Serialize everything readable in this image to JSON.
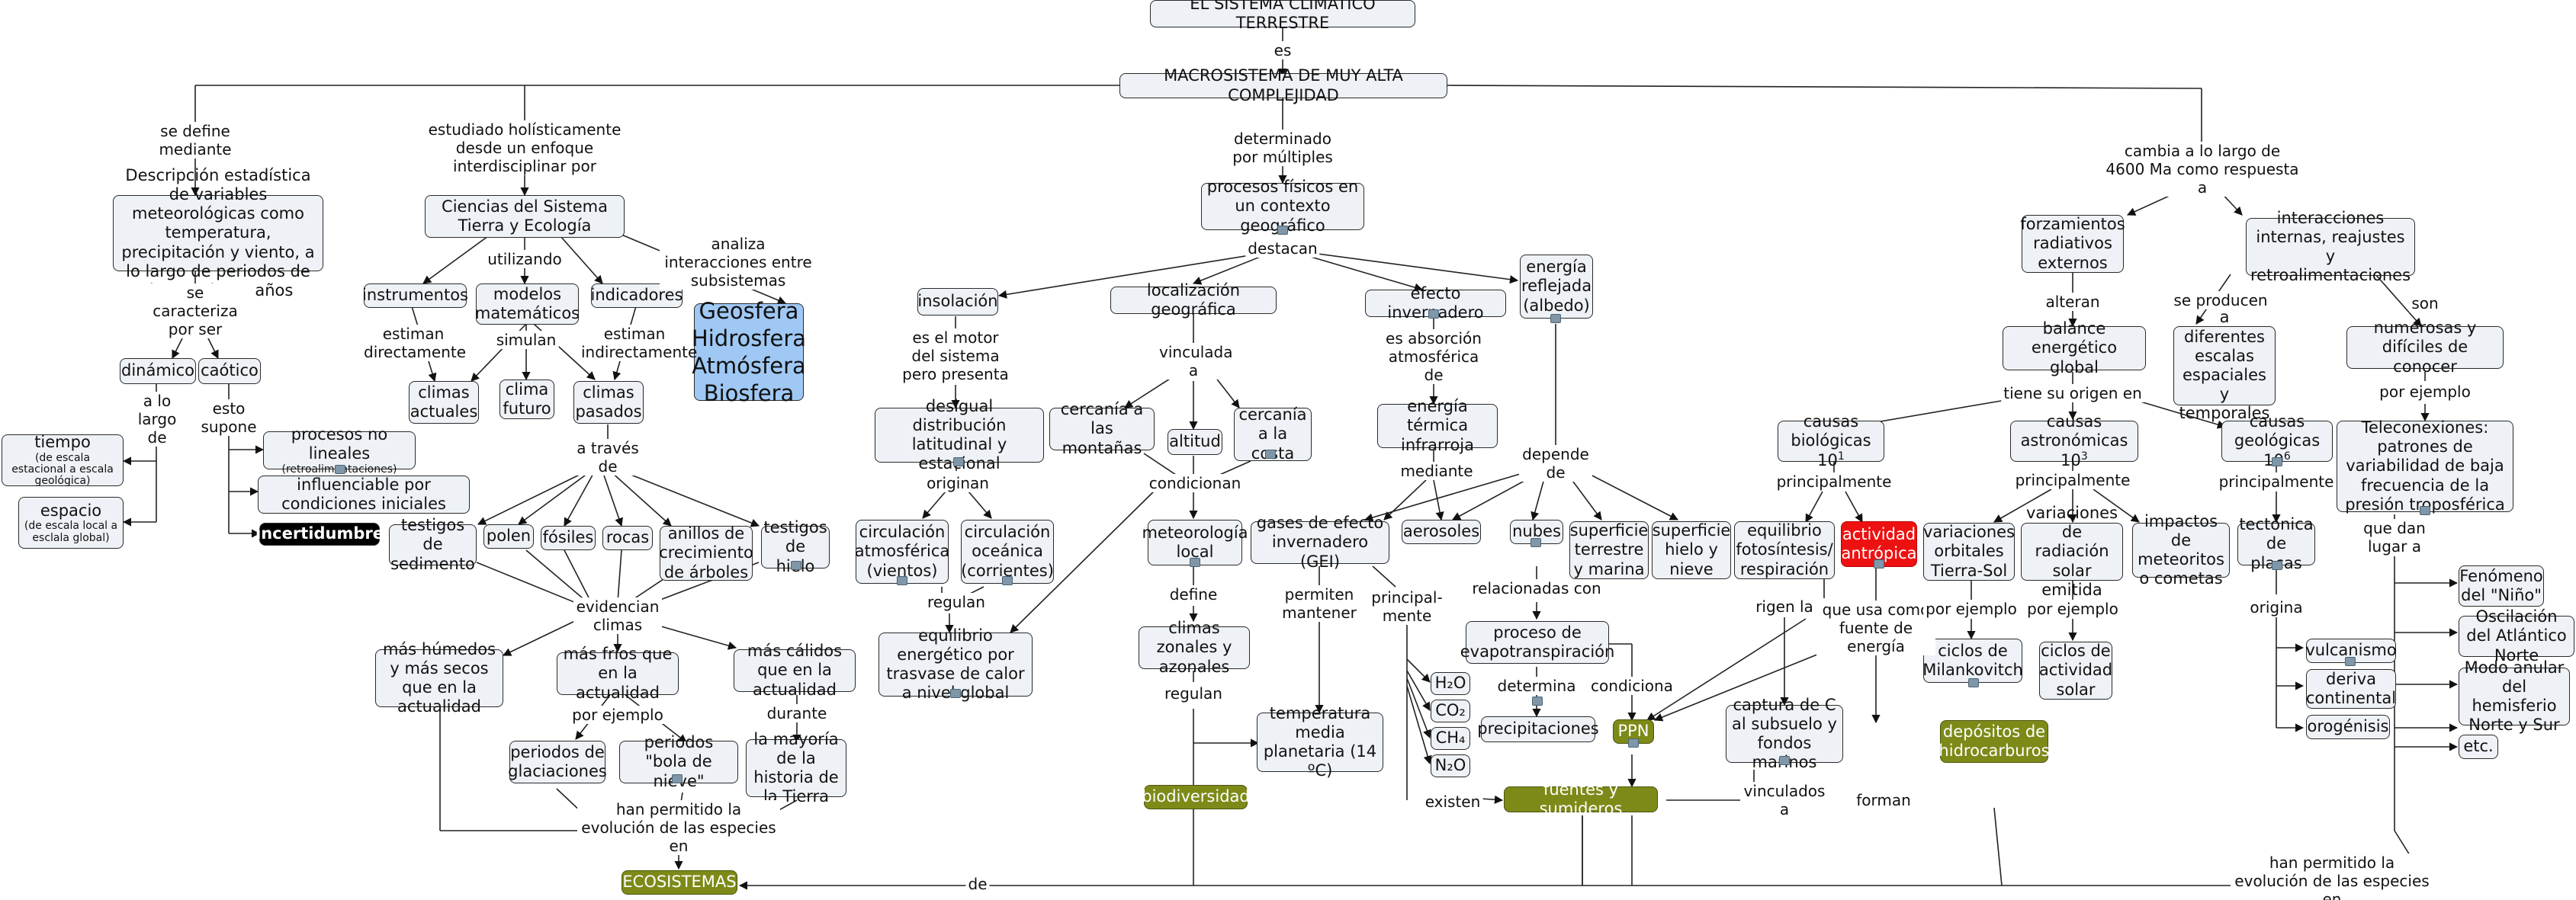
{
  "nodes": {
    "title": "EL SISTEMA CLIMÁTICO TERRESTRE",
    "macro": "MACROSISTEMA DE MUY ALTA COMPLEJIDAD",
    "descripcion": "Descripción estadística de variables meteorológicas como temperatura, precipitación y viento, a lo largo de periodos de tiempo de 30 años",
    "ciencias": "Ciencias del Sistema Tierra y Ecología",
    "procesos_fisicos": "procesos físicos en un contexto geográfico",
    "forzamientos": "forzamientos radiativos externos",
    "interacciones": "interacciones internas, reajustes y retroalimentaciones",
    "dinamico": "dinámico",
    "caotico": "caótico",
    "instrumentos": "instrumentos",
    "modelos": "modelos matemáticos",
    "indicadores": "indicadores",
    "geosfera": "Geosfera Hidrosfera Atmósfera Biosfera",
    "insolacion": "insolación",
    "localizacion": "localización geográfica",
    "efecto_inv": "efecto invernadero",
    "energia_reflejada": "energía reflejada (albedo)",
    "balance": "balance energético global",
    "diferentes_escalas": "a diferentes escalas espaciales y temporales",
    "numerosas": "numerosas y difíciles de conocer",
    "tiempo_main": "tiempo",
    "tiempo_sub": "(de escala estacional a escala geológica)",
    "espacio_main": "espacio",
    "espacio_sub": "(de escala local a esclala global)",
    "no_lineales_main": "procesos no lineales",
    "no_lineales_sub": "(retroalimentaciones)",
    "influenciable": "influenciable por condiciones iniciales",
    "incertidumbre": "incertidumbre",
    "climas_actuales": "climas actuales",
    "clima_futuro": "clima futuro",
    "climas_pasados": "climas pasados",
    "desigual": "desigual distribución latitudinal y estacional",
    "cercania_montanas": "cercanía a las montañas",
    "altitud": "altitud",
    "cercania_costa": "cercanía a la costa",
    "energia_termica": "energía térmica infrarroja",
    "causas_biologicas": "causas biológicas",
    "exp_bio": "1",
    "causas_astronomicas": "causas astronómicas",
    "exp_astro": "3",
    "causas_geologicas": "causas geológicas",
    "exp_geo": "6",
    "teleconexiones": "Teleconexiones: patrones de variabilidad de baja frecuencia de la presión troposférica",
    "testigos_sedimento": "testigos de sedimento",
    "polen": "polen",
    "fosiles": "fósiles",
    "rocas": "rocas",
    "anillos": "anillos de crecimiento de árboles",
    "testigos_hielo": "testigos de hielo",
    "circ_atm": "circulación atmosférica (vientos)",
    "circ_oce": "circulación oceánica (corrientes)",
    "meteorologia": "meteorología local",
    "gases": "gases de efecto invernadero (GEI)",
    "aerosoles": "aerosoles",
    "nubes": "nubes",
    "superficie_terrestre": "superficie terrestre y marina",
    "superficie_hielo": "superficie hielo y nieve",
    "equilibrio_fot": "equilibrio fotosíntesis/ respiración",
    "actividad": "actividad antrópica",
    "variaciones_orbitales": "variaciones orbitales Tierra-Sol",
    "variaciones_radiacion": "variaciones de radiación solar emitida",
    "impactos": "impactos de meteoritos o cometas",
    "tectonica": "tectónica de placas",
    "humedos": "más húmedos y más secos que en la actualidad",
    "frios": "más fríos que en la actualidad",
    "calidos": "más cálidos que en la actualidad",
    "equilibrio_energetico": "equilibrio energético por trasvase de calor a nivel global",
    "climas_zonales": "climas zonales y azonales",
    "evapotranspiracion": "proceso de evapotranspiración",
    "h2o": "H₂O",
    "co2": "CO₂",
    "ch4": "CH₄",
    "n2o": "N₂O",
    "precipitaciones": "precipitaciones",
    "ppn": "PPN",
    "captura": "captura de C al subsuelo y fondos marinos",
    "milankovitch": "ciclos de Milankovitch",
    "ciclos_solar": "ciclos de actividad solar",
    "vulcanismo": "vulcanismo",
    "deriva": "deriva continental",
    "orogenesis": "orogénisis",
    "nino": "Fenómeno del \"Niño\"",
    "oscilacion": "Oscilación del Atlántico Norte",
    "modo_anular": "Modo anular del hemisferio Norte y Sur",
    "etc": "etc.",
    "glaciaciones": "periodos de glaciaciones",
    "bola_nieve": "periodos \"bola de nieve\"",
    "mayoria": "la mayoría de la historia de la Tierra",
    "temperatura_media": "temperatura media planetaria (14 ºC)",
    "depositos": "depósitos de hidrocarburos",
    "biodiversidad": "biodiversidad",
    "fuentes": "fuentes y sumideros",
    "ecosistemas": "ECOSISTEMAS"
  },
  "labels": {
    "es": "es",
    "se_define": "se define mediante",
    "estudiado": "estudiado holísticamente desde un enfoque interdisciplinar por",
    "determinado": "determinado por múltiples",
    "cambia": "cambia a lo largo de 4600 Ma como respuesta a",
    "se_caracteriza": "se caracteriza por ser",
    "a_lo_largo": "a lo largo de",
    "esto_supone": "esto supone",
    "utilizando": "utilizando",
    "analiza": "analiza interacciones entre subsistemas",
    "destacan": "destacan",
    "alteran": "alteran",
    "se_producen": "se producen",
    "son": "son",
    "estiman_dir": "estiman directamente",
    "simulan": "simulan",
    "estiman_ind": "estiman indirectamente",
    "es_el_motor": "es el motor del sistema pero presenta",
    "vinculada": "vinculada a",
    "es_absorcion": "es absorción atmosférica de",
    "tiene_origen": "tiene su origen en",
    "por_ejemplo_1": "por ejemplo",
    "a_traves": "a través de",
    "originan": "originan",
    "condicionan": "condicionan",
    "mediante": "mediante",
    "depende": "depende de",
    "principalmente_1": "principalmente",
    "principalmente_2": "principalmente",
    "principalmente_3": "principalmente",
    "que_dan": "que dan lugar a",
    "evidencian": "evidencian climas",
    "regulan_1": "regulan",
    "define": "define",
    "permiten": "permiten mantener",
    "principalmente_4": "principal- mente",
    "relacionadas": "relacionadas con",
    "rigen": "rigen la",
    "que_usa": "que usa como fuente de energía",
    "por_ejemplo_2": "por ejemplo",
    "por_ejemplo_3": "por ejemplo",
    "origina": "origina",
    "por_ejemplo_4": "por ejemplo",
    "durante": "durante",
    "regulan_2": "regulan",
    "determina": "determina",
    "condiciona": "condiciona",
    "forman": "forman",
    "existen": "existen",
    "vinculados": "vinculados a",
    "han_permitido_1": "han permitido la evolución de las especies en",
    "de": "de",
    "han_permitido_2": "han permitido la evolución de las especies en"
  }
}
